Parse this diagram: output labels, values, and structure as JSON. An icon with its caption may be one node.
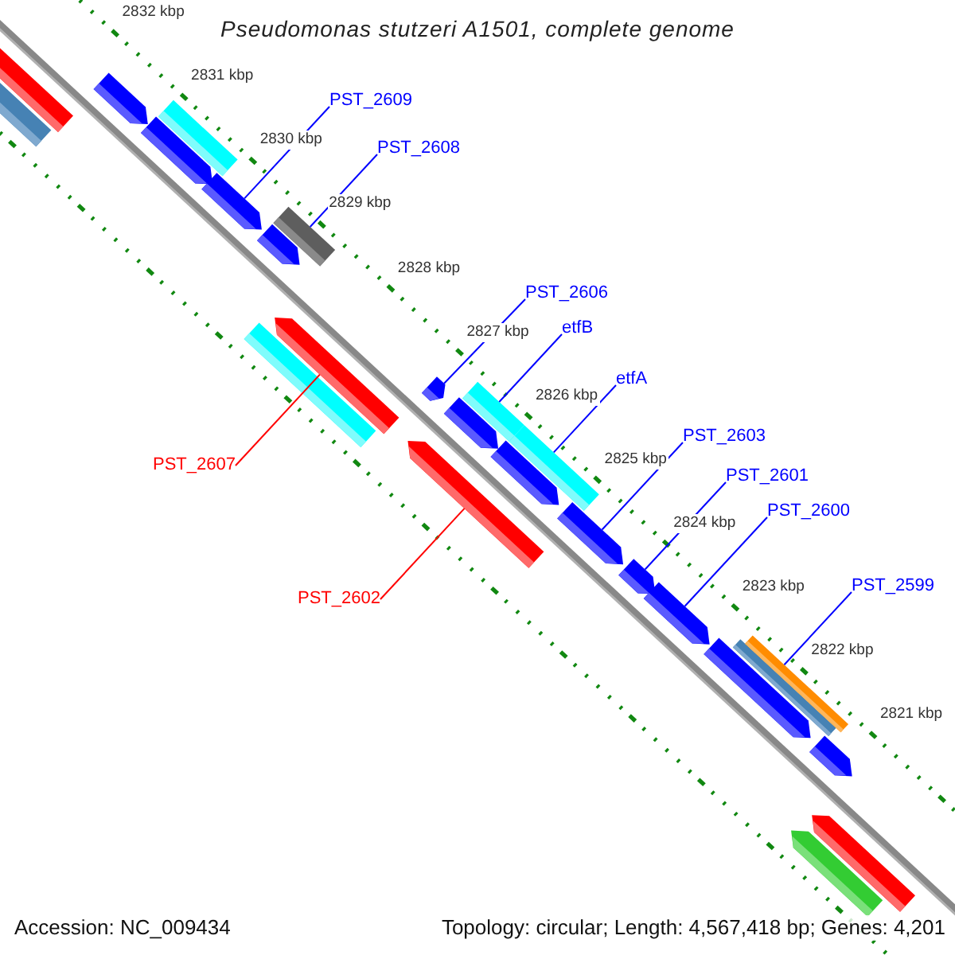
{
  "diagram": {
    "title": "Pseudomonas stutzeri A1501, complete genome",
    "nodes": [
      {
        "text": [],
        "shape": "bar"
      },
      {
        "text": [],
        "shape": "bar"
      },
      {
        "text": [],
        "shape": "bar"
      },
      {
        "text": [],
        "shape": "bar"
      },
      {
        "text": [],
        "shape": "bar"
      },
      {
        "text": [],
        "shape": "bar"
      },
      {
        "text": [],
        "shape": "bar"
      },
      {
        "text": [],
        "shape": "bar"
      },
      {
        "text": [],
        "shape": "bar"
      },
      {
        "text": [],
        "shape": "bar"
      },
      {
        "text": [],
        "shape": "bar"
      },
      {
        "text": [],
        "shape": "bar"
      },
      {
        "text": [],
        "shape": "bar"
      },
      {
        "text": [],
        "shape": "bar"
      },
      {
        "text": [],
        "shape": "bar"
      },
      {
        "text": [],
        "shape": "bar"
      },
      {
        "text": [],
        "shape": "bar"
      },
      {
        "text": [],
        "shape": "bar"
      },
      {
        "text": [],
        "shape": "bar"
      },
      {
        "text": [],
        "shape": "bar"
      },
      {
        "text": [],
        "shape": "bar"
      },
      {
        "text": [],
        "shape": "bar"
      },
      {
        "text": [],
        "shape": "bar"
      },
      {
        "text": [],
        "shape": "bar"
      },
      {
        "text": [],
        "shape": "bar"
      },
      {
        "text": [
          "PST_2609"
        ]
      },
      {
        "text": [
          "PST_2608"
        ]
      },
      {
        "text": [
          "PST_2606"
        ]
      },
      {
        "text": [
          "etfB"
        ]
      },
      {
        "text": [
          "etfA"
        ]
      },
      {
        "text": [
          "PST_2603"
        ]
      },
      {
        "text": [
          "PST_2601"
        ]
      },
      {
        "text": [
          "PST_2600"
        ]
      },
      {
        "text": [
          "PST_2599"
        ]
      },
      {
        "text": [
          "PST_2607"
        ]
      },
      {
        "text": [
          "PST_2602"
        ]
      }
    ],
    "edges": [
      {
        "from": 25,
        "to": 5,
        "arrow": "none"
      },
      {
        "from": 26,
        "to": 7,
        "arrow": "none"
      },
      {
        "from": 27,
        "to": 10,
        "arrow": "none"
      },
      {
        "from": 28,
        "to": 12,
        "arrow": "none"
      },
      {
        "from": 29,
        "to": 14,
        "arrow": "none"
      },
      {
        "from": 30,
        "to": 16,
        "arrow": "none"
      },
      {
        "from": 31,
        "to": 17,
        "arrow": "none"
      },
      {
        "from": 32,
        "to": 18,
        "arrow": "none"
      },
      {
        "from": 33,
        "to": 21,
        "arrow": "none"
      },
      {
        "from": 34,
        "to": 9,
        "arrow": "none",
        "color": "#ff0000"
      },
      {
        "from": 35,
        "to": 15,
        "arrow": "none",
        "color": "#ff0000"
      }
    ],
    "labels": [
      "2832 kbp",
      "2831 kbp",
      "2830 kbp",
      "2829 kbp",
      "2828 kbp",
      "2827 kbp",
      "2826 kbp",
      "2825 kbp",
      "2824 kbp",
      "2823 kbp",
      "2822 kbp",
      "2821 kbp",
      "Accession: NC_009434",
      "Topology: circular; Length: 4,567,418 bp; Genes: 4,201"
    ]
  }
}
